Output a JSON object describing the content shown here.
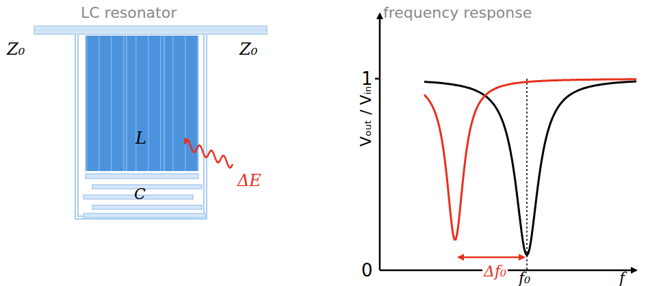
{
  "diagram": {
    "labels": [
      "LC resonator",
      "frequency response",
      "Z₀",
      "Z₀",
      "L",
      "C",
      "ΔE",
      "Vₒᵤₜ / Vᵢₙ",
      "1",
      "0",
      "Δf₀",
      "f₀",
      "f"
    ]
  }
}
